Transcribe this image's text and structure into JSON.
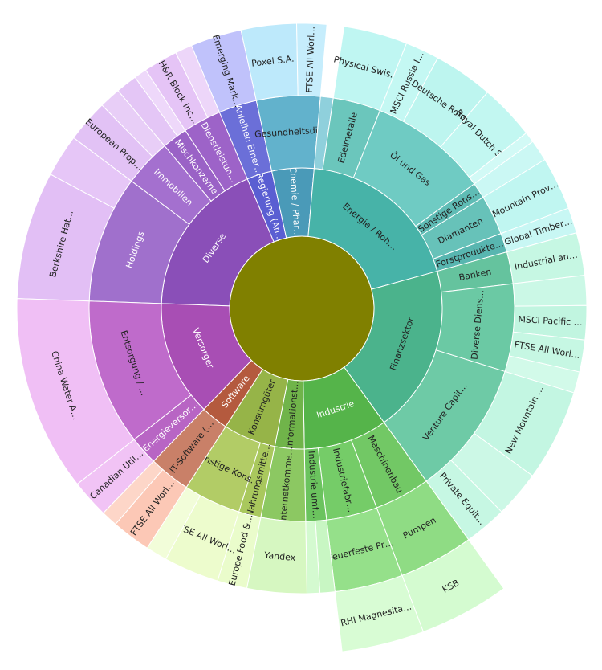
{
  "chart_data": {
    "type": "sunburst",
    "title": "",
    "root": {
      "label": "",
      "color": "#808000"
    },
    "sectors": [
      {
        "label": "Diverse",
        "value": 15.0,
        "color": "#8a4fb8",
        "children": [
          {
            "label": "Holdings",
            "value": 8.0,
            "color": "#a070cc",
            "children": [
              {
                "label": "Berkshire Hat…",
                "value": 6.0,
                "color": "#e2bff5"
              },
              {
                "label": "",
                "value": 2.0,
                "color": "#e6c6f7"
              }
            ]
          },
          {
            "label": "Immobilien",
            "value": 3.0,
            "color": "#a470cf",
            "children": [
              {
                "label": "European Prop…",
                "value": 2.0,
                "color": "#e2c2f5"
              },
              {
                "label": "",
                "value": 1.0,
                "color": "#e8cef7"
              }
            ]
          },
          {
            "label": "Mischkonzerne",
            "value": 1.6,
            "color": "#9a62c6",
            "children": [
              {
                "label": "",
                "value": 1.0,
                "color": "#e4c6f6"
              },
              {
                "label": "",
                "value": 0.6,
                "color": "#eed8fa"
              }
            ]
          },
          {
            "label": "Dienstleistun…",
            "value": 2.4,
            "color": "#9d63c8",
            "children": [
              {
                "label": "H&R Block Inc…",
                "value": 1.6,
                "color": "#e5c4f6"
              },
              {
                "label": "",
                "value": 0.8,
                "color": "#edd6f9"
              }
            ]
          }
        ]
      },
      {
        "label": "Regierung (An…",
        "value": 2.4,
        "color": "#5a5ed2",
        "children": [
          {
            "label": "Anleihen Emer…",
            "value": 2.4,
            "color": "#6b6fd8",
            "children": [
              {
                "label": "Emerging Mark…",
                "value": 2.4,
                "color": "#c0c2fb"
              }
            ]
          }
        ]
      },
      {
        "label": "Chemie / Phar…",
        "value": 4.0,
        "color": "#4a9ab8",
        "children": [
          {
            "label": "Gesundheitsdi…",
            "value": 4.0,
            "color": "#62b2cc",
            "children": [
              {
                "label": "Poxel S.A.",
                "value": 2.6,
                "color": "#bde9fb"
              },
              {
                "label": "FTSE All Worl…",
                "value": 1.4,
                "color": "#c6edfc"
              }
            ]
          }
        ]
      },
      {
        "label": "Energie / Roh…",
        "value": 16.0,
        "color": "#47b3a8",
        "children": [
          {
            "label": "",
            "value": 0.8,
            "color": "#8fd0dc",
            "children": []
          },
          {
            "label": "Edelmetalle",
            "value": 3.0,
            "color": "#6bc6bc",
            "children": [
              {
                "label": "Physical Swis…",
                "value": 3.0,
                "color": "#bff6f2"
              }
            ]
          },
          {
            "label": "Öl und Gas",
            "value": 7.5,
            "color": "#6fcbc3",
            "children": [
              {
                "label": "MSCI Russia I…",
                "value": 1.6,
                "color": "#c4f8f3"
              },
              {
                "label": "Deutsche Rohs…",
                "value": 2.8,
                "color": "#bdf5ef"
              },
              {
                "label": "Royal Dutch S…",
                "value": 2.6,
                "color": "#c2f7f1"
              },
              {
                "label": "",
                "value": 0.5,
                "color": "#d2faf6"
              }
            ]
          },
          {
            "label": "Sonstige Rohs…",
            "value": 1.0,
            "color": "#5fbcb5",
            "children": [
              {
                "label": "",
                "value": 1.0,
                "color": "#cbf8f4"
              }
            ]
          },
          {
            "label": "Diamanten",
            "value": 2.5,
            "color": "#67c2b9",
            "children": [
              {
                "label": "Mountain Prov…",
                "value": 2.5,
                "color": "#c0f6f1"
              }
            ]
          },
          {
            "label": "Forstprodukte…",
            "value": 1.2,
            "color": "#58b6b0",
            "children": [
              {
                "label": "Global Timber…",
                "value": 1.2,
                "color": "#c8f7f4"
              }
            ]
          }
        ]
      },
      {
        "label": "Finanzsektor",
        "value": 16.0,
        "color": "#4bb38c",
        "children": [
          {
            "label": "Banken",
            "value": 2.0,
            "color": "#65c39e",
            "children": [
              {
                "label": "Industrial an…",
                "value": 2.0,
                "color": "#c6f7e3"
              }
            ]
          },
          {
            "label": "Diverse Diens…",
            "value": 5.5,
            "color": "#6bc9a4",
            "children": [
              {
                "label": "",
                "value": 1.4,
                "color": "#cbf8e6"
              },
              {
                "label": "MSCI Pacific …",
                "value": 1.6,
                "color": "#c1f5e0"
              },
              {
                "label": "FTSE All Worl…",
                "value": 1.5,
                "color": "#c6f7e3"
              },
              {
                "label": "",
                "value": 1.0,
                "color": "#d2fae9"
              }
            ]
          },
          {
            "label": "Venture Capit…",
            "value": 8.5,
            "color": "#6ecaa6",
            "children": [
              {
                "label": "New Mountain …",
                "value": 4.3,
                "color": "#c3f6e2"
              },
              {
                "label": "",
                "value": 2.2,
                "color": "#ccf8e6"
              },
              {
                "label": "Private Equit…",
                "value": 2.0,
                "color": "#c6f7e3"
              }
            ]
          }
        ]
      },
      {
        "label": "Industrie",
        "value": 8.0,
        "color": "#55b44a",
        "children": [
          {
            "label": "Maschinenbau",
            "value": 3.5,
            "color": "#72c865",
            "children": [
              {
                "label": "Pumpen",
                "value": 3.5,
                "color": "#8fdc84",
                "children": [
                  {
                    "label": "KSB",
                    "value": 3.5,
                    "color": "#d4fbd0"
                  }
                ]
              }
            ]
          },
          {
            "label": "Industriefabr…",
            "value": 3.2,
            "color": "#75cc68",
            "children": [
              {
                "label": "Feuerfeste Pr…",
                "value": 3.2,
                "color": "#95e08a",
                "children": [
                  {
                    "label": "RHI Magnesita…",
                    "value": 3.2,
                    "color": "#d8fcd4"
                  }
                ]
              }
            ]
          },
          {
            "label": "Industrie umf…",
            "value": 1.3,
            "color": "#6bc35e",
            "children": [
              {
                "label": "",
                "value": 0.7,
                "color": "#c8f6c3"
              },
              {
                "label": "",
                "value": 0.6,
                "color": "#d4fad0"
              }
            ]
          }
        ]
      },
      {
        "label": "Informationst…",
        "value": 2.8,
        "color": "#70b44a",
        "children": [
          {
            "label": "Internetkomme…",
            "value": 2.8,
            "color": "#8cc862",
            "children": [
              {
                "label": "Yandex",
                "value": 2.8,
                "color": "#d6f7c1"
              }
            ]
          }
        ]
      },
      {
        "label": "Konsumgüter",
        "value": 5.0,
        "color": "#96b448",
        "children": [
          {
            "label": "Nahrungsmitte…",
            "value": 1.4,
            "color": "#a9c85d",
            "children": [
              {
                "label": "Europe Food &…",
                "value": 1.4,
                "color": "#eafccb"
              }
            ]
          },
          {
            "label": "Sonstige Kons…",
            "value": 3.6,
            "color": "#b2cc66",
            "children": [
              {
                "label": "FTSE All Worl…",
                "value": 2.6,
                "color": "#edfccd"
              },
              {
                "label": "",
                "value": 1.0,
                "color": "#f2fdd9"
              }
            ]
          }
        ]
      },
      {
        "label": "Software",
        "value": 2.6,
        "color": "#b45a3e",
        "children": [
          {
            "label": "IT-Software (…",
            "value": 3.4,
            "color": "#c98068",
            "children": [
              {
                "label": "FTSE All Worl…",
                "value": 2.4,
                "color": "#fcc8b6"
              },
              {
                "label": "",
                "value": 1.0,
                "color": "#fdd6c8"
              }
            ]
          }
        ]
      },
      {
        "label": "Versorger",
        "value": 11.0,
        "color": "#a84eb4",
        "children": [
          {
            "label": "Energieversor…",
            "value": 1.8,
            "color": "#b865c4",
            "children": [
              {
                "label": "Canadian Util…",
                "value": 1.8,
                "color": "#f1c3f5"
              }
            ]
          },
          {
            "label": "Entsorgung / …",
            "value": 9.2,
            "color": "#bf6bcb",
            "children": [
              {
                "label": "China Water A…",
                "value": 9.2,
                "color": "#f0bff5"
              }
            ]
          }
        ]
      }
    ],
    "grid": false,
    "legend": "none"
  }
}
